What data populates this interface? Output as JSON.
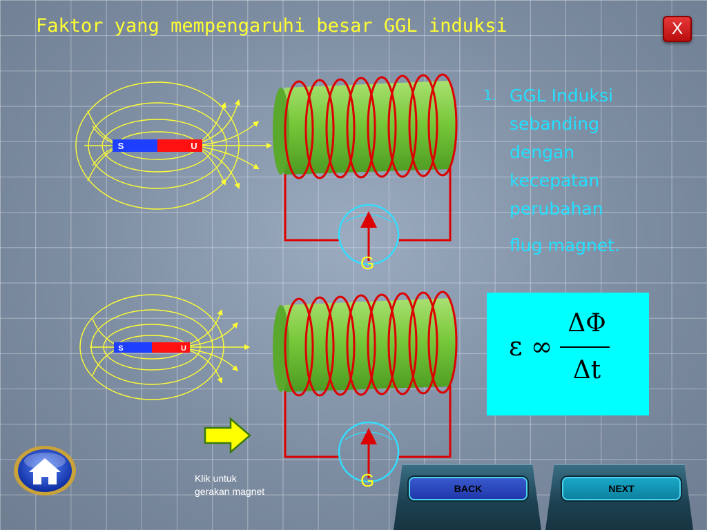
{
  "slide": {
    "title": "Faktor yang mempengaruhi besar GGL induksi",
    "close_label": "X"
  },
  "magnets": [
    {
      "south_label": "S",
      "north_label": "U"
    },
    {
      "south_label": "S",
      "north_label": "U"
    }
  ],
  "galvanometers": [
    {
      "label": "G"
    },
    {
      "label": "G"
    }
  ],
  "list": {
    "number": "1.",
    "lines": [
      "GGL Induksi",
      "sebanding",
      "dengan",
      "kecepatan",
      "perubahan",
      "flug magnet."
    ]
  },
  "formula": {
    "left": "ε ∞",
    "numerator": "ΔΦ",
    "denominator": "Δt"
  },
  "hint": {
    "line1": "Klik  untuk",
    "line2": "gerakan magnet"
  },
  "nav": {
    "back_label": "BACK",
    "next_label": "NEXT"
  },
  "icons": {
    "home": "home-icon",
    "arrow": "right-arrow-icon"
  },
  "colors": {
    "title": "#ffff33",
    "list_text": "#22e0ff",
    "formula_bg": "#00ffff",
    "coil": "#dd0000",
    "cylinder": "#77c83a",
    "field_lines": "#ffff33",
    "magnet_south": "#1f3fff",
    "magnet_north": "#ff1111"
  }
}
